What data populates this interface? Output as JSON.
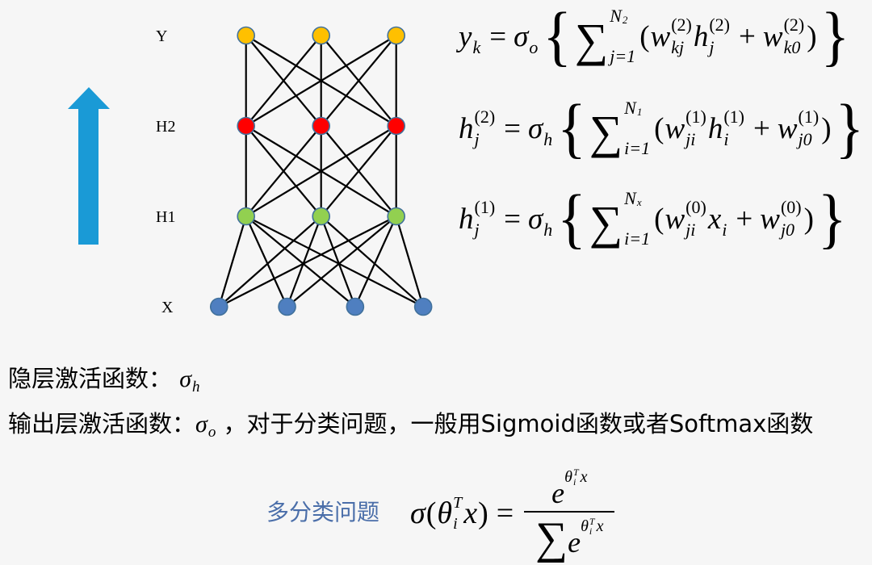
{
  "arrow": {
    "color": "#1a9ad6"
  },
  "network": {
    "layers": [
      {
        "label": "Y",
        "nodes": 3,
        "fill": "#ffc000"
      },
      {
        "label": "H2",
        "nodes": 3,
        "fill": "#ff0000"
      },
      {
        "label": "H1",
        "nodes": 3,
        "fill": "#92d050"
      },
      {
        "label": "X",
        "nodes": 4,
        "fill": "#4f7fc0"
      }
    ],
    "node_stroke": "#41719c",
    "edge_color": "#000000"
  },
  "formulas": [
    {
      "lhs": {
        "base": "y",
        "sub": "k"
      },
      "eq": "=",
      "act": {
        "base": "σ",
        "sub": "o"
      },
      "lbrace": "{",
      "sum": {
        "sym": "∑",
        "upper": "N",
        "upper_sub": "2",
        "lower": "j=1"
      },
      "lparen": "(",
      "terms": [
        {
          "base": "w",
          "sup": "(2)",
          "sub": "kj"
        },
        {
          "base": "h",
          "sup": "(2)",
          "sub": "j"
        }
      ],
      "plus": "+",
      "bias": {
        "base": "w",
        "sup": "(2)",
        "sub": "k0"
      },
      "rparen": ")",
      "rbrace": "}"
    },
    {
      "lhs": {
        "base": "h",
        "sup": "(2)",
        "sub": "j"
      },
      "eq": "=",
      "act": {
        "base": "σ",
        "sub": "h"
      },
      "lbrace": "{",
      "sum": {
        "sym": "∑",
        "upper": "N",
        "upper_sub": "1",
        "lower": "i=1"
      },
      "lparen": "(",
      "terms": [
        {
          "base": "w",
          "sup": "(1)",
          "sub": "ji"
        },
        {
          "base": "h",
          "sup": "(1)",
          "sub": "i"
        }
      ],
      "plus": "+",
      "bias": {
        "base": "w",
        "sup": "(1)",
        "sub": "j0"
      },
      "rparen": ")",
      "rbrace": "}"
    },
    {
      "lhs": {
        "base": "h",
        "sup": "(1)",
        "sub": "j"
      },
      "eq": "=",
      "act": {
        "base": "σ",
        "sub": "h"
      },
      "lbrace": "{",
      "sum": {
        "sym": "∑",
        "upper": "N",
        "upper_sub": "x",
        "lower": "i=1"
      },
      "lparen": "(",
      "terms": [
        {
          "base": "w",
          "sup": "(0)",
          "sub": "ji"
        },
        {
          "base": "x",
          "sub": "i"
        }
      ],
      "plus": "+",
      "bias": {
        "base": "w",
        "sup": "(0)",
        "sub": "j0"
      },
      "rparen": ")",
      "rbrace": "}"
    }
  ],
  "notes": [
    {
      "text": "隐层激活函数： ",
      "math_base": "σ",
      "math_sub": "h"
    },
    {
      "text": "输出层激活函数：",
      "math_base": "σ",
      "math_sub": "o",
      "suffix": " ，对于分类问题，一般用Sigmoid函数或者Softmax函数"
    }
  ],
  "softmax": {
    "label": "多分类问题",
    "lhs": {
      "func": "σ",
      "lparen": "(",
      "theta": "θ",
      "theta_sup": "T",
      "theta_sub": "i",
      "x": "x",
      "rparen": ")"
    },
    "eq": "=",
    "numerator": {
      "base": "e",
      "exp_theta": "θ",
      "exp_sup": "T",
      "exp_sub": "i",
      "exp_x": "x"
    },
    "denominator": {
      "sum": "∑",
      "base": "e",
      "exp_theta": "θ",
      "exp_sup": "T",
      "exp_sub": "i",
      "exp_x": "x"
    }
  }
}
